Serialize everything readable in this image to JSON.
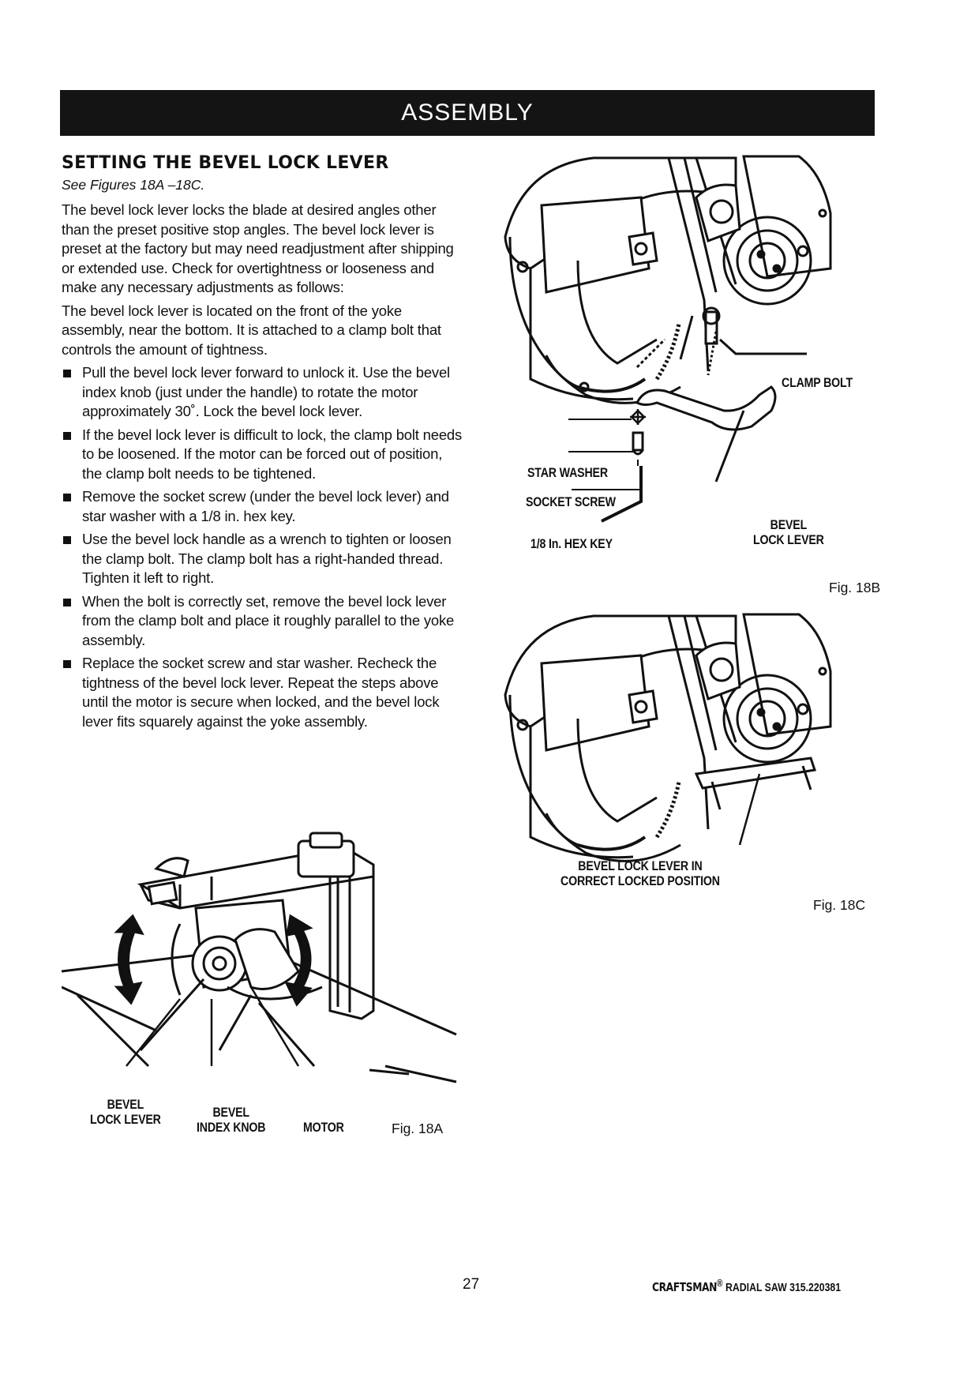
{
  "banner": {
    "title": "ASSEMBLY"
  },
  "section": {
    "heading": "SETTING THE BEVEL LOCK LEVER",
    "see_figures": "See Figures 18A –18C.",
    "paragraphs": [
      "The bevel lock lever locks the blade at desired angles other than the preset positive stop angles. The bevel lock lever is preset at the factory but may need readjustment after shipping or extended use. Check for overtightness or looseness and make any necessary adjustments as follows:",
      "The bevel lock lever is located on the front of the yoke assembly, near the bottom. It is attached to a clamp bolt that controls the amount of tightness."
    ],
    "steps": [
      "Pull the bevel lock lever forward to unlock it. Use the bevel index knob (just under the handle) to rotate the motor approximately 30˚. Lock the bevel lock lever.",
      "If the bevel lock lever is difficult to lock, the clamp bolt needs to be loosened. If the motor can be forced out of position, the clamp bolt needs to be tightened.",
      "Remove the socket screw (under the bevel lock lever) and star washer with a 1/8 in. hex key.",
      "Use the bevel lock handle as a wrench to tighten or loosen the clamp bolt. The clamp bolt has a right-handed thread. Tighten it left to right.",
      "When the bolt is correctly set, remove the bevel lock lever from the clamp bolt and place it roughly parallel to the yoke assembly.",
      "Replace the socket screw and star washer. Recheck the tightness of the bevel lock lever. Repeat the steps above until the motor is secure when locked, and the bevel lock lever fits squarely against the yoke assembly."
    ]
  },
  "fig18a": {
    "label": "Fig. 18A",
    "callout_lever_1": "BEVEL",
    "callout_lever_2": "LOCK LEVER",
    "callout_knob_1": "BEVEL",
    "callout_knob_2": "INDEX KNOB",
    "callout_motor": "MOTOR"
  },
  "fig18b": {
    "label": "Fig. 18B",
    "clamp_bolt": "CLAMP BOLT",
    "star_washer": "STAR WASHER",
    "socket_screw": "SOCKET SCREW",
    "hex_key": "1/8 In. HEX KEY",
    "lever_1": "BEVEL",
    "lever_2": "LOCK LEVER"
  },
  "fig18c": {
    "label": "Fig. 18C",
    "caption_1": "BEVEL LOCK LEVER IN",
    "caption_2": "CORRECT LOCKED POSITION"
  },
  "footer": {
    "page_number": "27",
    "brand": "CRAFTSMAN",
    "reg_mark": "®",
    "product": "RADIAL SAW 315.220381"
  }
}
